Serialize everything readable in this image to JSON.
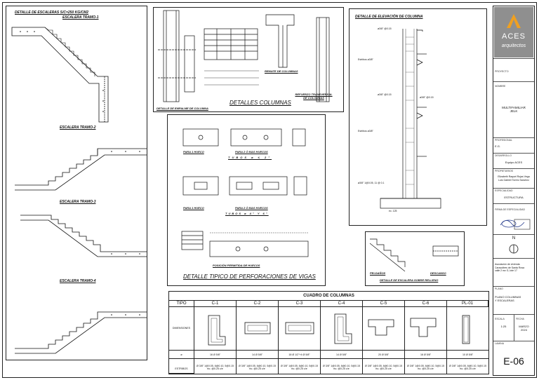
{
  "stairs": {
    "main_title": "DETALLE DE ESCALERAS S/C=250 KG/CM2",
    "sections": [
      {
        "title": "ESCALERA TRAMO-1"
      },
      {
        "title": "ESCALERA TRAMO-2"
      },
      {
        "title": "ESCALERA TRAMO-3"
      },
      {
        "title": "ESCALERA TRAMO-4"
      }
    ]
  },
  "columns_detail": {
    "title": "DETALLES COLUMNAS",
    "splice_caption": "DETALLE DE EMPALME DE COLUMNA",
    "remate_caption": "REMATE DE COLUMNAS",
    "refuerzo_caption": "REFUERZO TRANSVERSAL DE COLUMNAS"
  },
  "beams_detail": {
    "title": "DETALLE TIPICO DE PERFORACIONES DE VIGAS",
    "captions": [
      "PARA 1 HUECO",
      "PARA 2 Ó MAS HUECOS",
      "TUBOS ø ≤ 2\"",
      "PARA 1 HUECO",
      "PARA 2 Ó MAS HUECOS",
      "TUBOS ø 4\" Y 6\"",
      "POSICIÓN PERMITIDA DE HUECOS"
    ]
  },
  "elevation": {
    "title": "DETALLE DE ELEVACIÓN DE COLUMNA",
    "annotations": [
      "ø3/8\" @0.15",
      "ø3/8\" @0.15",
      "ø3/8\" @0.15",
      "ø3/8\" 1@0.05, 11 @ 0.1",
      "Estribos ø3/8\"",
      "Estribos ø3/8\"",
      "ec. 125"
    ]
  },
  "relleno": {
    "title": "DETALLE DE ESCALERA SOBRE RELLENO",
    "labels": [
      "PELDAÑOS",
      "DESCANSO"
    ]
  },
  "columns_table": {
    "title": "CUADRO DE COLUMNAS",
    "tipo_header": "TIPO",
    "types": [
      "C-1",
      "C-2",
      "C-3",
      "C-4",
      "C-5",
      "C-6",
      "PL-01"
    ],
    "row_labels": [
      "DIMENSIONES",
      "ø",
      "ESTRIBOS"
    ],
    "bars": [
      "16 Ø 5/8\"",
      "14 Ø 5/8\"",
      "18 Ø 1/2\"+4 Ø 5/8\"",
      "14 Ø 5/8\"",
      "20 Ø 5/8\"",
      "16 Ø 5/8\"",
      "10 Ø 5/8\""
    ],
    "stirrup_text": "Ø 3/8\" 1@0.05, 6@0.10, 5@0.15 rto. @0.25 c/e"
  },
  "title_block": {
    "logo_word": "ACES",
    "logo_sub": "arquitectos",
    "proyecto_label": "PROYECTO",
    "nombre_label": "NOMBRE",
    "nombre_value": "MULTIFAMILIAR\nJELK",
    "profesional_label": "PROFESIONAL",
    "profesional_value": "E.G.",
    "desarrollo_label": "DESARROLLO",
    "desarrollo_value": "Equipo ACES",
    "propietarios_label": "PROPIETARIOS",
    "propietarios_value": "Elizabeth Raquel Rojas Vega\nLuis Gabriel Torres Sanchez",
    "especialidad_label": "ESPECIALIDAD",
    "especialidad_value": "ESTRUCTURA",
    "firma_label": "FIRMA DE ESPECIALIDAD",
    "ubicacion_value": "Asociación de vivienda\nCaracoltres de Santa Rosa\ncalle 2 mz G, lote 17",
    "plano_label": "PLANO",
    "plano_value": "PLANO COLUMNAS\nY ESCALERAS",
    "escala_label": "ESCALA",
    "escala_value": "1:25",
    "fecha_label": "FECHA",
    "fecha_value": "MARZO\n2024",
    "lamina_label": "LAMINA",
    "lamina_value": "E-06",
    "north_label": "N"
  },
  "colors": {
    "line": "#111111",
    "logo_bg": "#8f8f8f",
    "logo_mark": "#f0a020"
  }
}
